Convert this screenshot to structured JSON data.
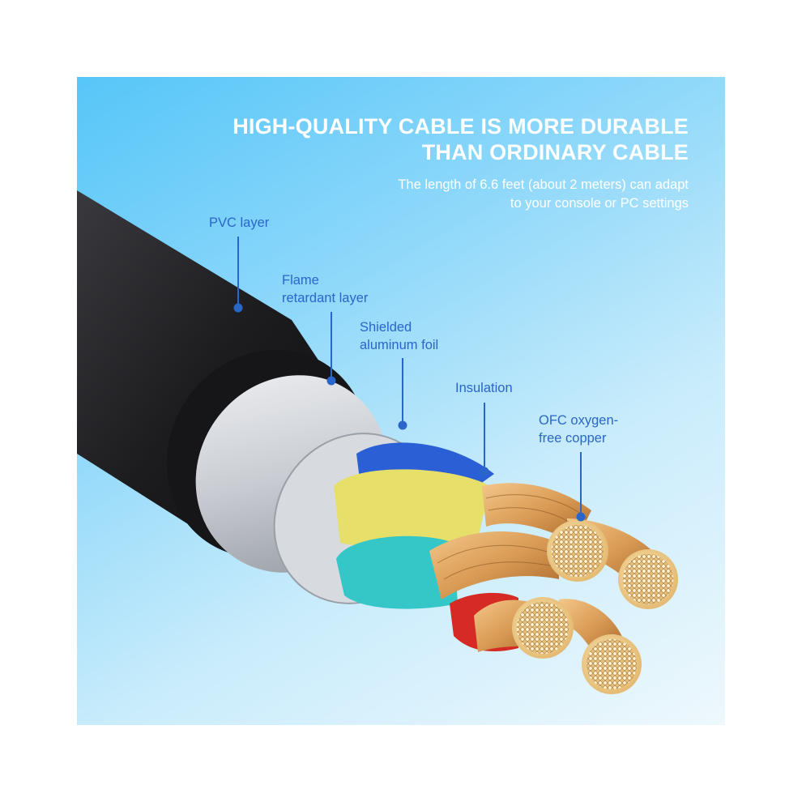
{
  "headline": {
    "line1": "HIGH-QUALITY CABLE IS MORE DURABLE",
    "line2": "THAN ORDINARY CABLE"
  },
  "subline": {
    "line1": "The length of 6.6 feet (about 2 meters) can adapt",
    "line2": "to your console or PC settings"
  },
  "callouts": {
    "pvc": "PVC layer",
    "flame": "Flame\nretardant layer",
    "shield": "Shielded\naluminum foil",
    "insulation": "Insulation",
    "copper": "OFC oxygen-\nfree copper"
  },
  "colors": {
    "callout_text": "#2a66c9",
    "leader_line": "#2a66c9",
    "background_top": "#56c6f8",
    "background_bottom": "#eef8fd",
    "jacket": "#1c1c1f",
    "foil": "#c9cdd3",
    "wire_yellow": "#e6df6a",
    "wire_cyan": "#35c7c8",
    "wire_blue": "#2b5fd6",
    "wire_red": "#d52b24",
    "copper": "#d99b55"
  }
}
